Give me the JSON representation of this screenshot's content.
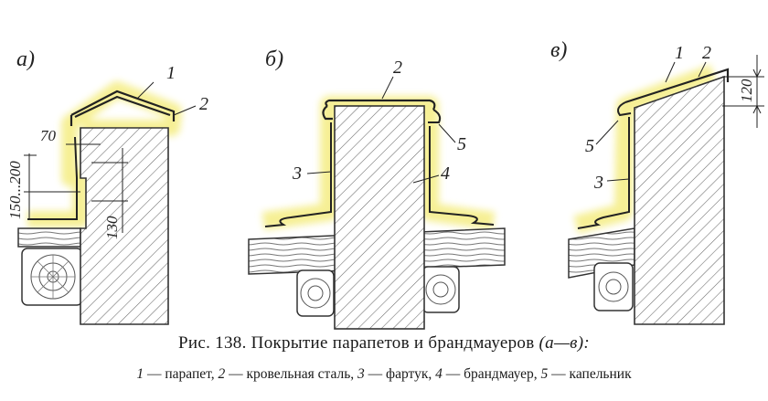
{
  "figure": {
    "panels": [
      {
        "letter": "а)",
        "callouts": [
          "1",
          "2"
        ],
        "dims": [
          "70",
          "150...200",
          "130"
        ]
      },
      {
        "letter": "б)",
        "callouts": [
          "2",
          "5",
          "3",
          "4"
        ]
      },
      {
        "letter": "в)",
        "callouts": [
          "1",
          "2",
          "5",
          "3"
        ],
        "dims": [
          "120"
        ]
      }
    ],
    "caption": {
      "title_prefix": "Рис. 138. Покрытие парапетов и брандмауеров ",
      "title_suffix": "(а—в):",
      "legend": [
        {
          "num": "1",
          "text": " — парапет, "
        },
        {
          "num": "2",
          "text": " — кровельная сталь, "
        },
        {
          "num": "3",
          "text": " — фартук, "
        },
        {
          "num": "4",
          "text": " — брандмауер, "
        },
        {
          "num": "5",
          "text": " — капельник"
        }
      ]
    }
  },
  "colors": {
    "ink": "#222222",
    "highlight": "#f7f19c",
    "hatch": "#555555",
    "paper": "#ffffff"
  }
}
